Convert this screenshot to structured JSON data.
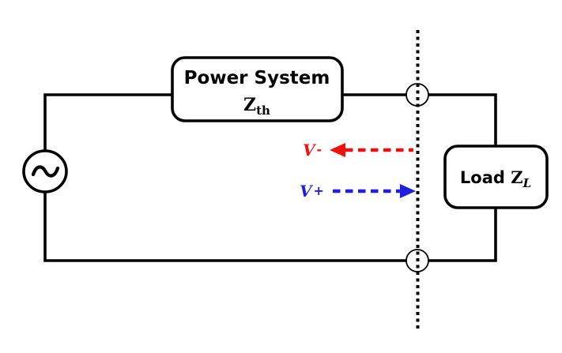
{
  "figure": {
    "background": "#ffffff",
    "wire_color": "#000000",
    "boundary_style": "dotted-vertical-line"
  },
  "source": {
    "icon": "sine-wave",
    "type_label": "ac-source"
  },
  "power_box": {
    "title": "Power System",
    "impedance_symbol": "Z",
    "impedance_subscript": "th"
  },
  "load_box": {
    "title": "Load ",
    "impedance_symbol": "Z",
    "impedance_subscript": "L"
  },
  "waves": {
    "reflected": {
      "symbol": "V",
      "sign": "-",
      "color": "#ee1111",
      "direction": "left"
    },
    "incident": {
      "symbol": "V",
      "sign": "+",
      "color": "#2121dd",
      "direction": "right"
    }
  }
}
